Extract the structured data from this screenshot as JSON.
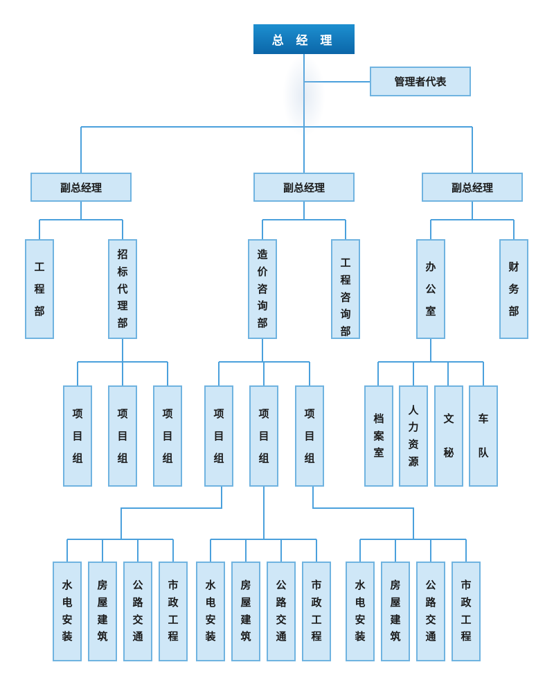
{
  "general_manager": "总 经 理",
  "management_rep": "管理者代表",
  "deputies": [
    {
      "title": "副总经理",
      "departments": [
        {
          "label": "工程部"
        },
        {
          "label": "招标代理部",
          "groups": [
            "项目组",
            "项目组",
            "项目组"
          ]
        }
      ]
    },
    {
      "title": "副总经理",
      "departments": [
        {
          "label": "造价咨询部",
          "groups": [
            "项目组",
            "项目组",
            "项目组"
          ]
        },
        {
          "label": "工程咨询部"
        }
      ]
    },
    {
      "title": "副总经理",
      "departments": [
        {
          "label": "办公室",
          "sections": [
            "档案室",
            "人力资源",
            "文秘",
            "车队"
          ]
        },
        {
          "label": "财务部"
        }
      ]
    }
  ],
  "specialties": [
    [
      "水电安装",
      "房屋建筑",
      "公路交通",
      "市政工程"
    ],
    [
      "水电安装",
      "房屋建筑",
      "公路交通",
      "市政工程"
    ],
    [
      "水电安装",
      "房屋建筑",
      "公路交通",
      "市政工程"
    ]
  ],
  "colors": {
    "accent": "#0b66a8",
    "box_fill": "#cfe7f7",
    "box_border": "#6fb3e0",
    "line": "#4aa0dc"
  }
}
